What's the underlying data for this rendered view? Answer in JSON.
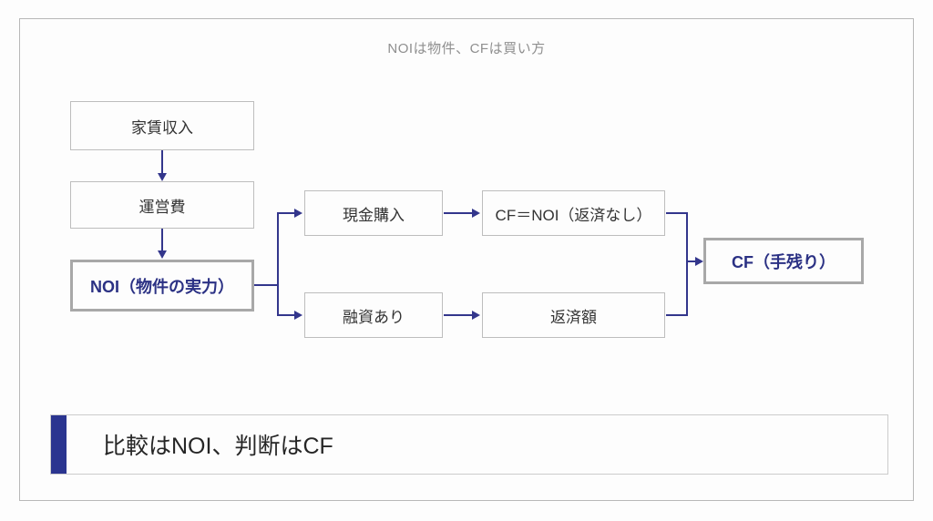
{
  "slide": {
    "title": "NOIは物件、CFは買い方",
    "colors": {
      "background": "#fdfdfd",
      "frame_border": "#b8b8b8",
      "box_border": "#bdbdbd",
      "emphasis_border": "#a8a8a8",
      "accent_navy": "#2b3590",
      "connector_navy": "#33368c",
      "title_gray": "#8f8f8f",
      "body_text": "#333333"
    }
  },
  "flow": {
    "left_column": [
      {
        "id": "rent",
        "label": "家賃収入",
        "emphasis": false
      },
      {
        "id": "opex",
        "label": "運営費",
        "emphasis": false
      },
      {
        "id": "noi",
        "label": "NOI（物件の実力）",
        "emphasis": true
      }
    ],
    "branch_column": [
      {
        "id": "cash",
        "label": "現金購入",
        "emphasis": false
      },
      {
        "id": "loan",
        "label": "融資あり",
        "emphasis": false
      }
    ],
    "result_column": [
      {
        "id": "cfnoi",
        "label": "CF＝NOI（返済なし）",
        "emphasis": false
      },
      {
        "id": "repay",
        "label": "返済額",
        "emphasis": false
      }
    ],
    "final": {
      "id": "cf",
      "label": "CF（手残り）",
      "emphasis": true
    }
  },
  "banner": {
    "text": "比較はNOI、判断はCF"
  }
}
